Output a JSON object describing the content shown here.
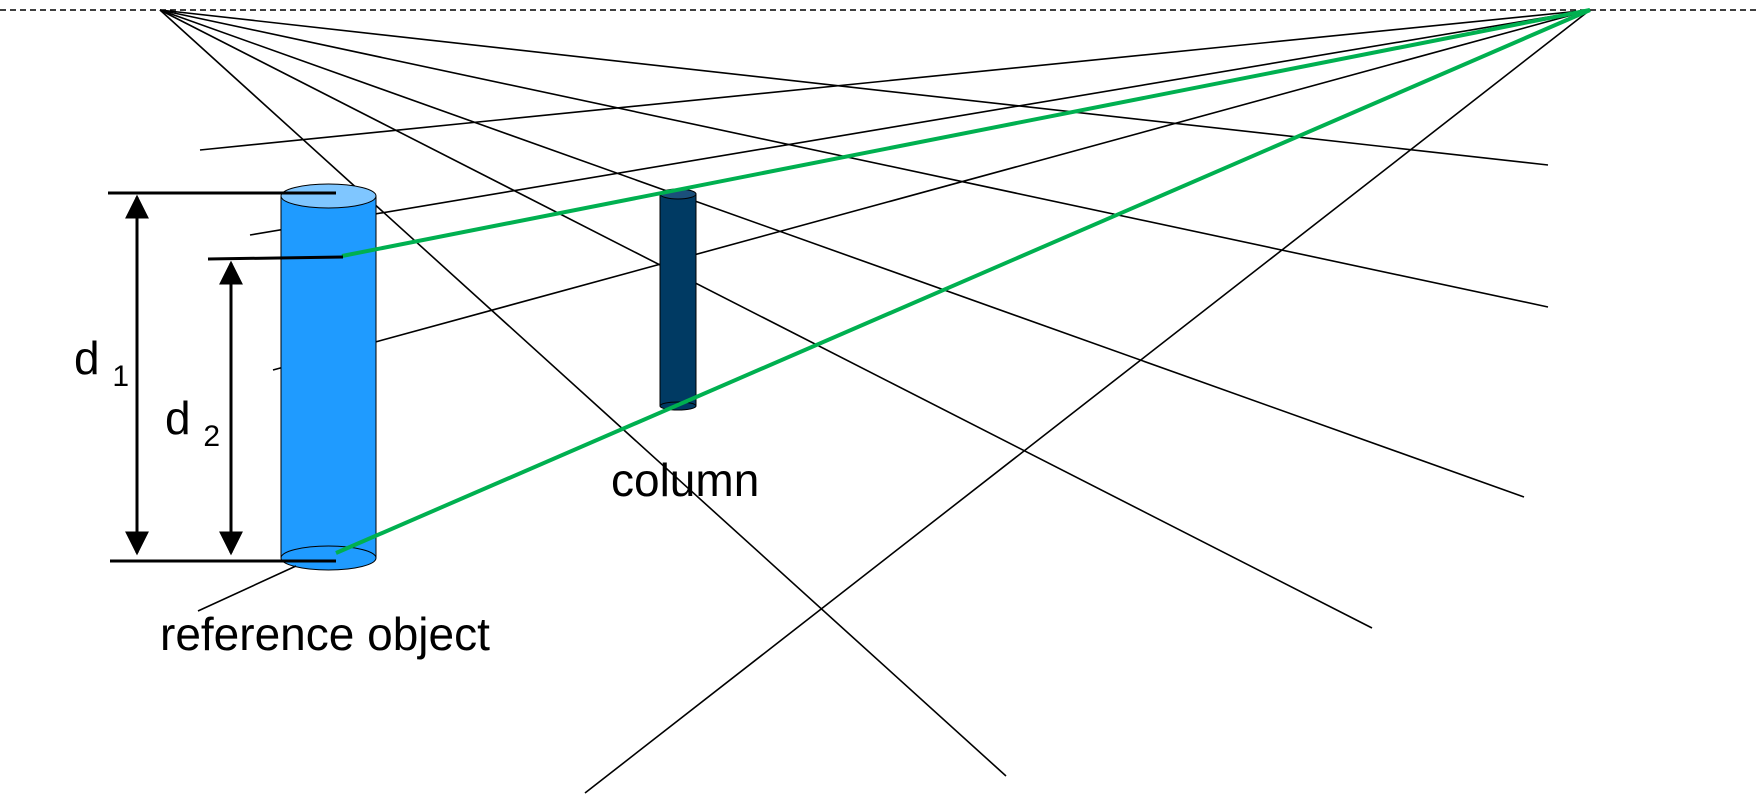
{
  "labels": {
    "d1_base": "d",
    "d1_sub": "1",
    "d2_base": "d",
    "d2_sub": "2",
    "column": "column",
    "reference_object": "reference object"
  },
  "colors": {
    "lines": "#000000",
    "vanishing_rays": "#00b050",
    "reference_object_fill": "#1f9bff",
    "reference_object_top": "#7fc6ff",
    "column_fill": "#003a63",
    "background": "#ffffff"
  }
}
